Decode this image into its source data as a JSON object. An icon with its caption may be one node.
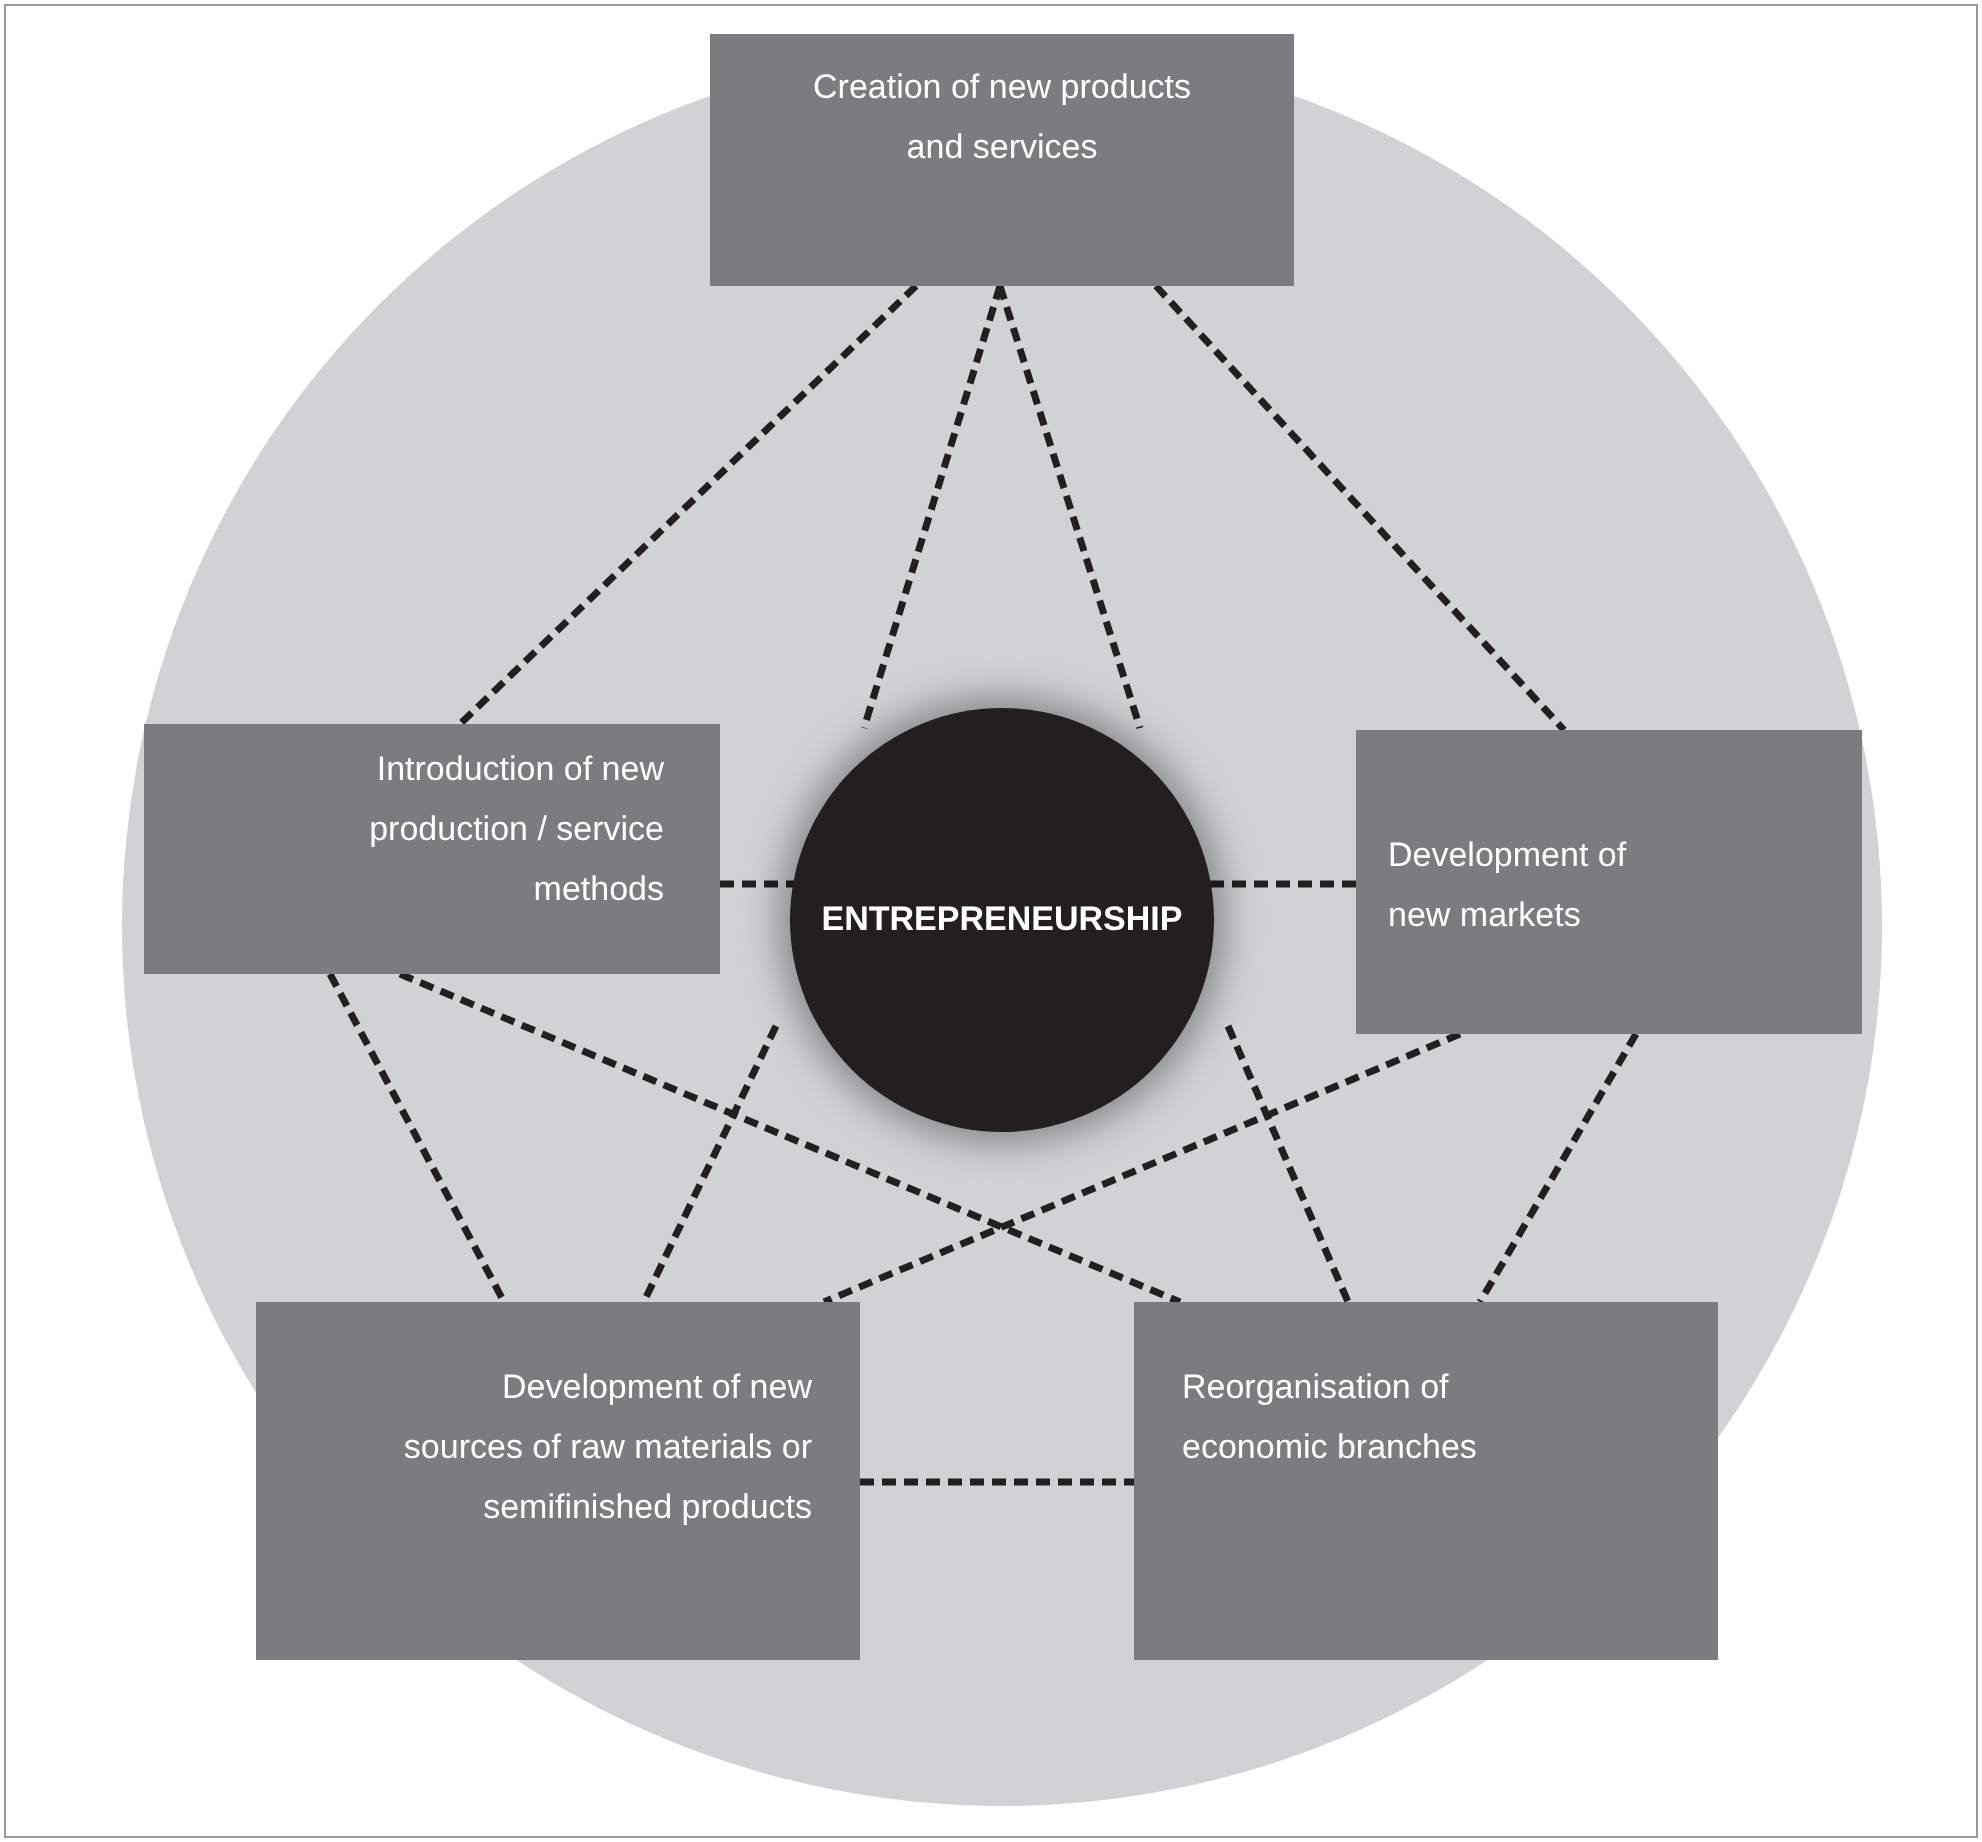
{
  "diagram": {
    "nodes": [
      {
        "text": [
          "Creation of new products and services"
        ]
      },
      {
        "text": [
          "Introduction of new production / service methods"
        ]
      },
      {
        "text": [
          "ENTREPRENEURSHIP"
        ]
      },
      {
        "text": [
          "Development of new markets"
        ]
      },
      {
        "text": [
          "Development of new sources of raw materials or semifinished products"
        ]
      },
      {
        "text": [
          "Reorganisation of economic branches"
        ]
      }
    ],
    "edges": [
      {
        "from": 0,
        "to": 1,
        "arrow": "none",
        "style": "dashed"
      },
      {
        "from": 0,
        "to": 3,
        "arrow": "none",
        "style": "dashed"
      },
      {
        "from": 0,
        "to": 2,
        "arrow": "none",
        "style": "dashed"
      },
      {
        "from": 0,
        "to": 2,
        "arrow": "none",
        "style": "dashed"
      },
      {
        "from": 1,
        "to": 2,
        "arrow": "none",
        "style": "dashed"
      },
      {
        "from": 2,
        "to": 3,
        "arrow": "none",
        "style": "dashed"
      },
      {
        "from": 2,
        "to": 4,
        "arrow": "none",
        "style": "dashed"
      },
      {
        "from": 2,
        "to": 5,
        "arrow": "none",
        "style": "dashed"
      },
      {
        "from": 1,
        "to": 4,
        "arrow": "none",
        "style": "dashed"
      },
      {
        "from": 1,
        "to": 5,
        "arrow": "none",
        "style": "dashed"
      },
      {
        "from": 3,
        "to": 4,
        "arrow": "none",
        "style": "dashed"
      },
      {
        "from": 3,
        "to": 5,
        "arrow": "none",
        "style": "dashed"
      },
      {
        "from": 4,
        "to": 5,
        "arrow": "none",
        "style": "dashed"
      }
    ]
  }
}
